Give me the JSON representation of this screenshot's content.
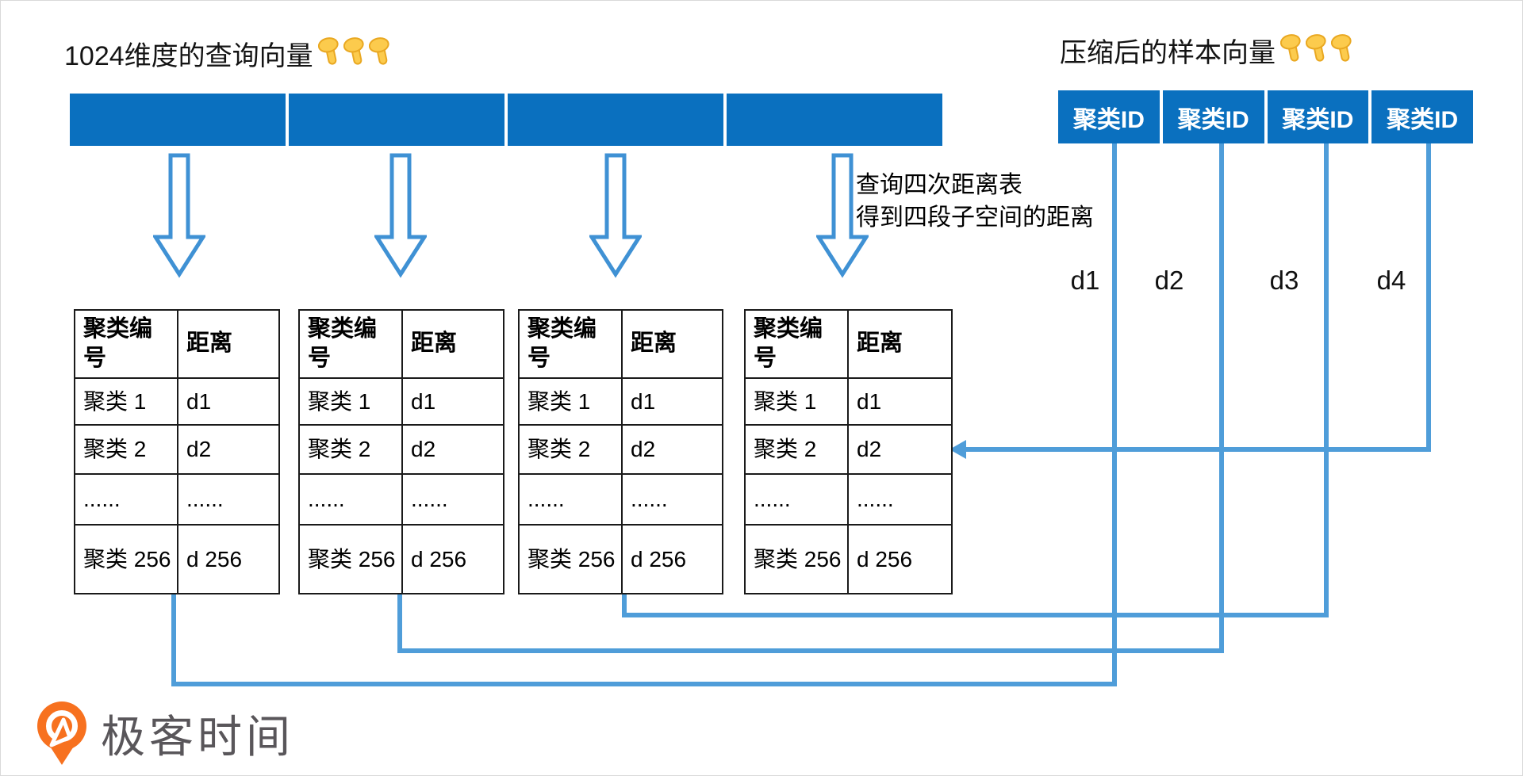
{
  "titles": {
    "left": "1024维度的查询向量",
    "right": "压缩后的样本向量"
  },
  "pointer_icon": {
    "glyph": "👇",
    "count_per_title": 3
  },
  "query_vector": {
    "segment_count": 4
  },
  "sample_vector": {
    "cells": [
      "聚类ID",
      "聚类ID",
      "聚类ID",
      "聚类ID"
    ]
  },
  "annotation": {
    "line1": "查询四次距离表",
    "line2": "得到四段子空间的距离"
  },
  "distance_labels": [
    "d1",
    "d2",
    "d3",
    "d4"
  ],
  "distance_table": {
    "count": 4,
    "header": [
      "聚类编号",
      "距离"
    ],
    "rows": [
      [
        "聚类 1",
        "d1"
      ],
      [
        "聚类 2",
        "d2"
      ],
      [
        "......",
        "......"
      ],
      [
        "聚类 256",
        "d 256"
      ]
    ]
  },
  "logo": {
    "text": "极客时间"
  },
  "colors": {
    "segment_blue": "#0a70bf",
    "connector_blue": "#4f9dd9",
    "arrow_outline_blue": "#3f91d4",
    "table_border": "#1a1a1a",
    "text_black": "#000000",
    "logo_orange": "#f7711f",
    "logo_text_gray": "#59565a",
    "hand_yellow": "#fccb4d",
    "hand_outline": "#e9a822"
  }
}
